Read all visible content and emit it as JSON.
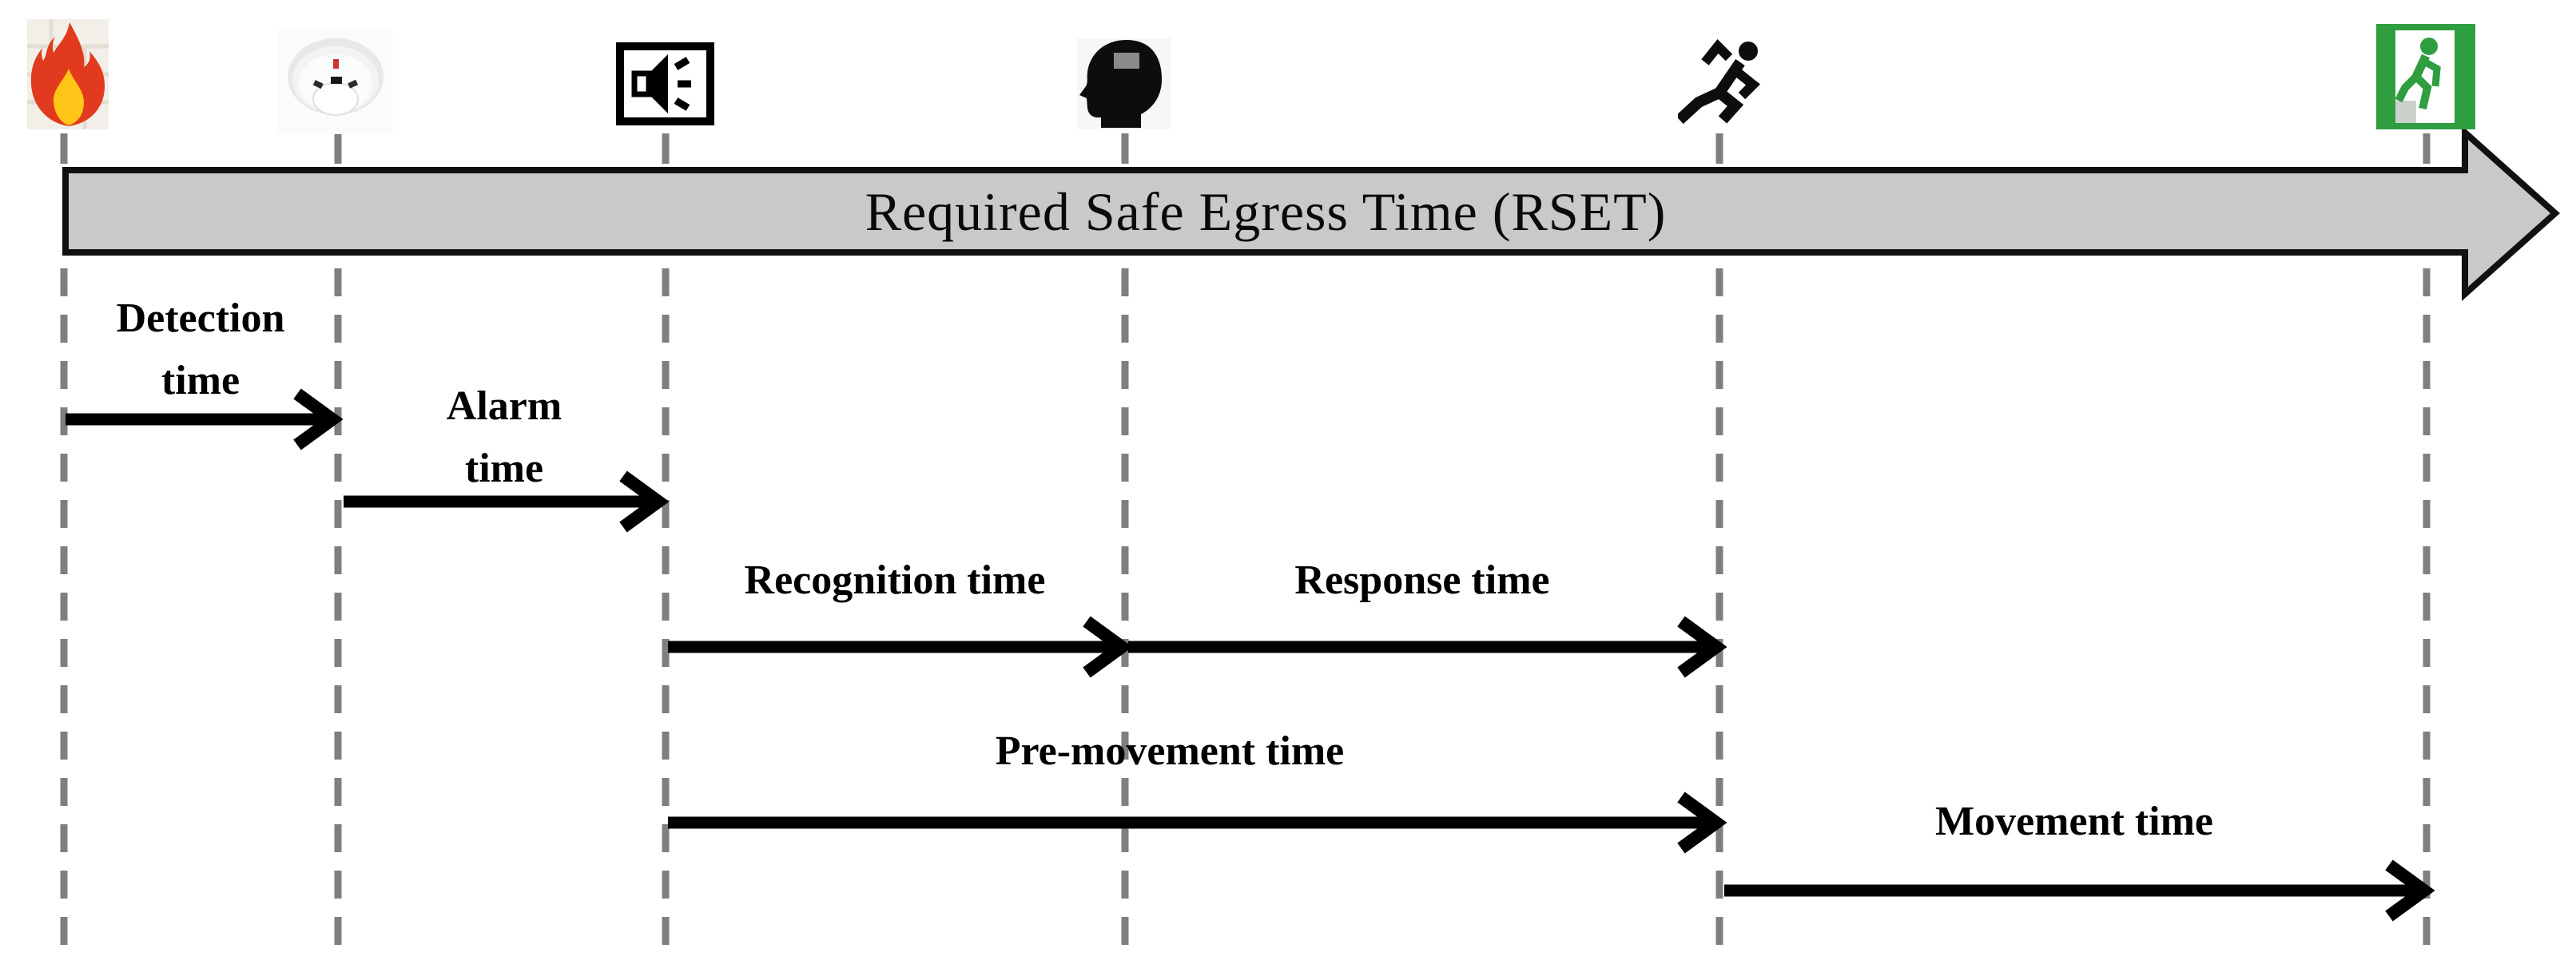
{
  "title": "Required Safe Egress Time (RSET)",
  "phases": [
    {
      "label": "Detection time"
    },
    {
      "label": "Alarm time"
    },
    {
      "label": "Recognition time"
    },
    {
      "label": "Response time"
    },
    {
      "label": "Pre-movement time"
    },
    {
      "label": "Movement time"
    }
  ],
  "icons": [
    {
      "name": "fire-icon"
    },
    {
      "name": "smoke-detector-icon"
    },
    {
      "name": "alarm-speaker-icon"
    },
    {
      "name": "thinking-head-icon"
    },
    {
      "name": "running-person-icon"
    },
    {
      "name": "exit-sign-icon"
    }
  ],
  "colors": {
    "rset_bar_fill": "#c9c9c9",
    "outline_black": "#111111",
    "dashed_line_gray": "#7f7f7f",
    "arrow_black": "#000000",
    "exit_green": "#2f9e41",
    "flame_red": "#e23a1e",
    "flame_yellow": "#ffc519"
  }
}
